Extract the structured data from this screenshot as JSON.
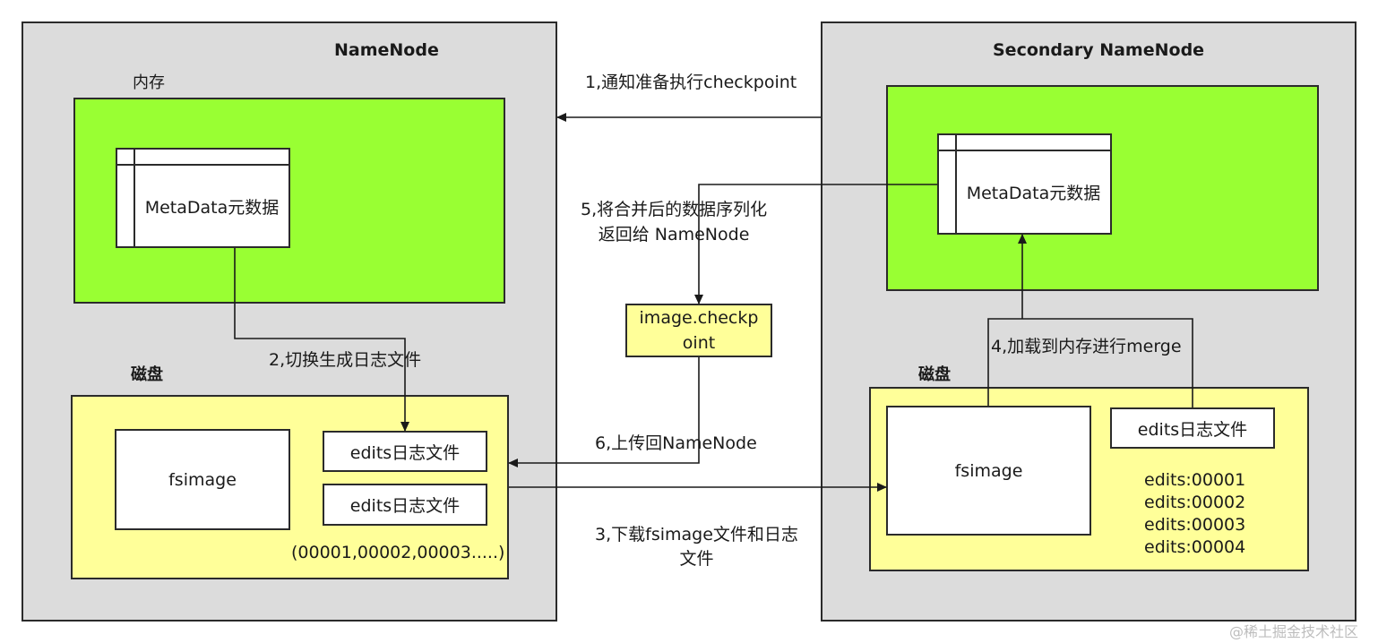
{
  "left": {
    "title": "NameNode",
    "memory_label": "内存",
    "metadata_label": "MetaData元数据",
    "disk_label": "磁盘",
    "fsimage_label": "fsimage",
    "edits_label_1": "edits日志文件",
    "edits_label_2": "edits日志文件",
    "edits_range": "(00001,00002,00003.....)"
  },
  "right": {
    "title": "Secondary NameNode",
    "metadata_label": "MetaData元数据",
    "disk_label": "磁盘",
    "fsimage_label": "fsimage",
    "edits_label": "edits日志文件",
    "edits_items": [
      "edits:00001",
      "edits:00002",
      "edits:00003",
      "edits:00004"
    ]
  },
  "middle": {
    "checkpoint_box": "image.checkpoint"
  },
  "steps": {
    "s1": "1,通知准备执行checkpoint",
    "s2": "2,切换生成日志文件",
    "s3_line1": "3,下载fsimage文件和日志",
    "s3_line2": "文件",
    "s4": "4,加载到内存进行merge",
    "s5_line1": "5,将合并后的数据序列化",
    "s5_line2": "返回给 NameNode",
    "s6": "6,上传回NameNode"
  },
  "watermark": "@稀土掘金技术社区",
  "colors": {
    "panel": "#dcdcdc",
    "memory": "#99ff33",
    "disk": "#ffff99",
    "border": "#2b2b2b"
  }
}
